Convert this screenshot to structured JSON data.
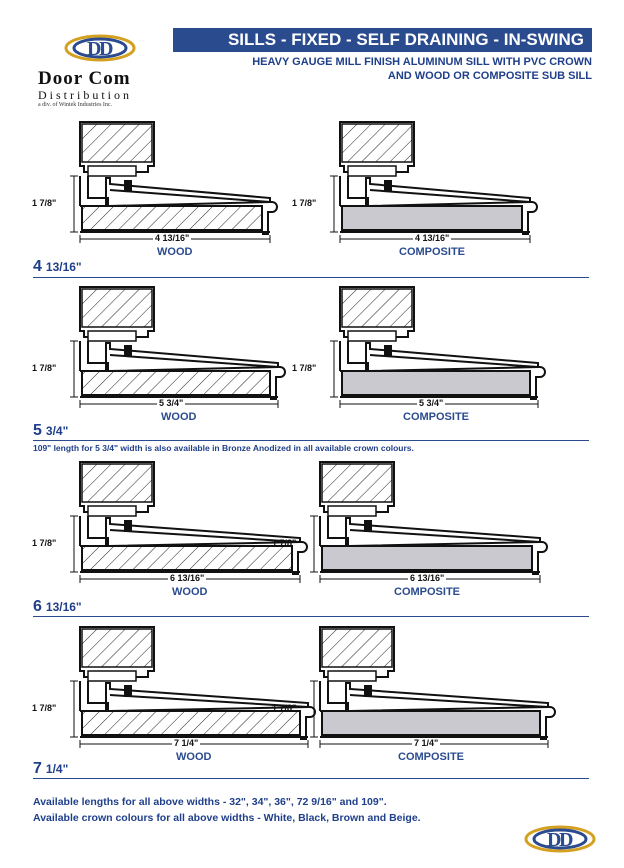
{
  "header": {
    "logo_main": "Door Com",
    "logo_sub": "Distribution",
    "logo_tagline": "a div. of Wintek Industries Inc.",
    "title": "SILLS - FIXED - SELF DRAINING - IN-SWING",
    "subtitle_line1": "HEAVY GAUGE MILL FINISH ALUMINUM SILL WITH PVC CROWN",
    "subtitle_line2": "AND WOOD OR COMPOSITE SUB SILL"
  },
  "sections": [
    {
      "width_label_big": "4",
      "width_label_small": "13/16\"",
      "wood": {
        "height_label": "1 7/8\"",
        "width_label": "4 13/16\"",
        "material": "WOOD"
      },
      "composite": {
        "height_label": "1 7/8\"",
        "width_label": "4 13/16\"",
        "material": "COMPOSITE"
      },
      "note": ""
    },
    {
      "width_label_big": "5",
      "width_label_small": "3/4\"",
      "wood": {
        "height_label": "1 7/8\"",
        "width_label": "5 3/4\"",
        "material": "WOOD"
      },
      "composite": {
        "height_label": "1 7/8\"",
        "width_label": "5 3/4\"",
        "material": "COMPOSITE"
      },
      "note": "109\" length for 5 3/4\" width is also available in Bronze Anodized in all available crown colours."
    },
    {
      "width_label_big": "6",
      "width_label_small": "13/16\"",
      "wood": {
        "height_label": "1 7/8\"",
        "width_label": "6 13/16\"",
        "material": "WOOD"
      },
      "composite": {
        "height_label": "1 7/8\"",
        "width_label": "6 13/16\"",
        "material": "COMPOSITE"
      },
      "note": ""
    },
    {
      "width_label_big": "7",
      "width_label_small": "1/4\"",
      "wood": {
        "height_label": "1 7/8\"",
        "width_label": "7 1/4\"",
        "material": "WOOD"
      },
      "composite": {
        "height_label": "1 7/8\"",
        "width_label": "7 1/4\"",
        "material": "COMPOSITE"
      },
      "note": ""
    }
  ],
  "footer": {
    "line1": "Available lengths for all above widths - 32\", 34\", 36\", 72 9/16\" and 109\".",
    "line2": "Available crown colours for all above widths - White, Black, Brown and Beige."
  },
  "colors": {
    "brand_blue": "#2b4b8f",
    "composite_fill": "#c9c9cf",
    "accent_gold": "#d4a020"
  }
}
